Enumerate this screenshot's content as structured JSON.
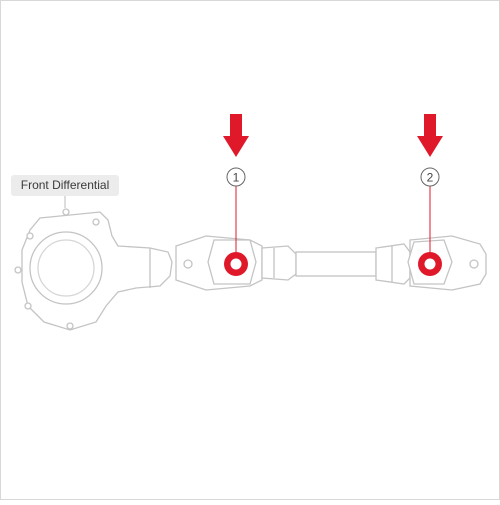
{
  "labels": {
    "front_differential": "Front Differential"
  },
  "markers": [
    {
      "number": "1"
    },
    {
      "number": "2"
    }
  ],
  "colors": {
    "accent_red": "#e0192a",
    "outline_gray": "#c4c4c4",
    "label_bg": "#ececec",
    "text_dark": "#3a3a3a"
  },
  "icons": {
    "arrow": "down-arrow-icon"
  }
}
